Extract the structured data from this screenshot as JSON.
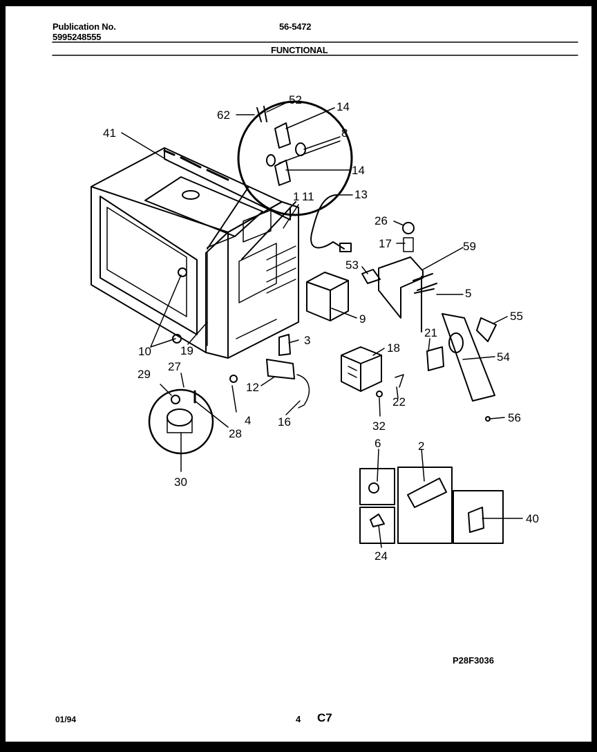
{
  "header": {
    "publication_label": "Publication No.",
    "publication_number": "5995248555",
    "model": "56-5472",
    "section": "FUNCTIONAL"
  },
  "callouts": {
    "c1": "1",
    "c2": "2",
    "c3": "3",
    "c4": "4",
    "c5": "5",
    "c6": "6",
    "c8": "8",
    "c9": "9",
    "c10": "10",
    "c11": "11",
    "c12": "12",
    "c13": "13",
    "c14a": "14",
    "c14b": "14",
    "c16": "16",
    "c17": "17",
    "c18": "18",
    "c19": "19",
    "c21": "21",
    "c22": "22",
    "c24": "24",
    "c26": "26",
    "c27": "27",
    "c28": "28",
    "c29": "29",
    "c30": "30",
    "c32": "32",
    "c40": "40",
    "c41": "41",
    "c52": "52",
    "c53": "53",
    "c54": "54",
    "c55": "55",
    "c56": "56",
    "c59": "59",
    "c62": "62"
  },
  "footer": {
    "drawing_code": "P28F3036",
    "date": "01/94",
    "page_number": "4",
    "page_code": "C7"
  }
}
